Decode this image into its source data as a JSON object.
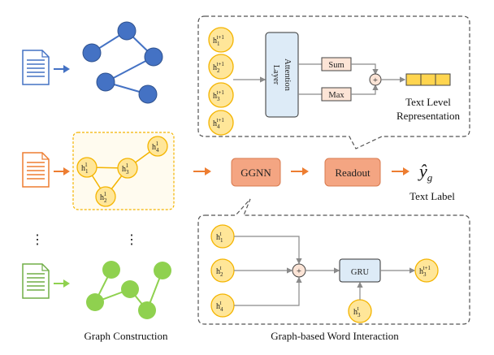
{
  "labels": {
    "graph_construction": "Graph Construction",
    "graph_word_interaction": "Graph-based Word Interaction",
    "text_label": "Text Label",
    "text_level_rep_line1": "Text Level",
    "text_level_rep_line2": "Representation",
    "y_hat": "ŷ",
    "y_sub": "g",
    "vdots": "⋮"
  },
  "boxes": {
    "ggnn": "GGNN",
    "readout": "Readout",
    "gru": "GRU",
    "attention_line1": "Attention",
    "attention_line2": "Layer",
    "sum": "Sum",
    "max": "Max",
    "plus": "+"
  },
  "hidden_states": {
    "top": [
      {
        "base": "h",
        "sub": "1",
        "sup": "t+1"
      },
      {
        "base": "h",
        "sub": "2",
        "sup": "t+1"
      },
      {
        "base": "h",
        "sub": "3",
        "sup": "t+1"
      },
      {
        "base": "h",
        "sub": "4",
        "sup": "t+1"
      }
    ],
    "middle": [
      {
        "base": "h",
        "sub": "1",
        "sup": "1"
      },
      {
        "base": "h",
        "sub": "2",
        "sup": "1"
      },
      {
        "base": "h",
        "sub": "3",
        "sup": "1"
      },
      {
        "base": "h",
        "sub": "4",
        "sup": "1"
      }
    ],
    "bottom_inputs": [
      {
        "base": "h",
        "sub": "1",
        "sup": "t"
      },
      {
        "base": "h",
        "sub": "2",
        "sup": "t"
      },
      {
        "base": "h",
        "sub": "4",
        "sup": "t"
      }
    ],
    "bottom_hidden": {
      "base": "h",
      "sub": "3",
      "sup": "t"
    },
    "bottom_output": {
      "base": "h",
      "sub": "3",
      "sup": "t+1"
    }
  },
  "colors": {
    "blue": "#4472C4",
    "orange": "#ED7D31",
    "green": "#8FD14F",
    "yellow_fill": "#FFE699",
    "yellow_stroke": "#F4B400",
    "gold_cell": "#FFD54F",
    "box_orange": "#F4A582",
    "box_blue": "#DDEBF7",
    "dashed": "#555555"
  }
}
